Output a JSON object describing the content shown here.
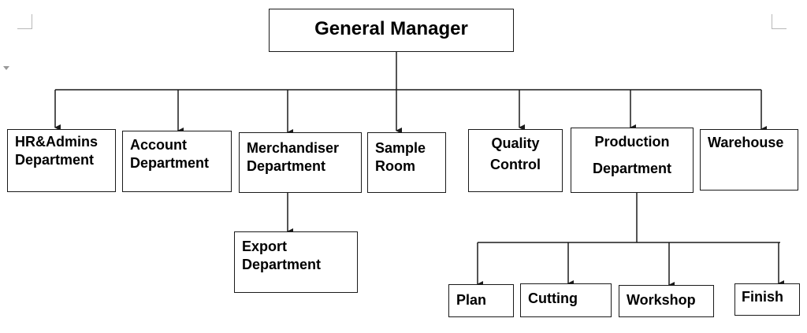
{
  "org_chart": {
    "root": {
      "lines": [
        "General Manager"
      ]
    },
    "departments": [
      {
        "lines": [
          "HR&Admins",
          "Department"
        ]
      },
      {
        "lines": [
          "Account",
          "Department"
        ]
      },
      {
        "lines": [
          "Merchandiser",
          "Department"
        ]
      },
      {
        "lines": [
          "Sample",
          "Room"
        ]
      },
      {
        "lines": [
          "Quality",
          "Control"
        ]
      },
      {
        "lines": [
          "Production",
          "Department"
        ]
      },
      {
        "lines": [
          "Warehouse"
        ]
      }
    ],
    "export": {
      "lines": [
        "Export",
        "Department"
      ]
    },
    "production_units": [
      {
        "lines": [
          "Plan"
        ]
      },
      {
        "lines": [
          "Cutting"
        ]
      },
      {
        "lines": [
          "Workshop"
        ]
      },
      {
        "lines": [
          "Finish"
        ]
      }
    ]
  },
  "colors": {
    "line": "#1a1a1a",
    "box_border": "#1a1a1a",
    "crop_marks": "#b8b8b8"
  }
}
